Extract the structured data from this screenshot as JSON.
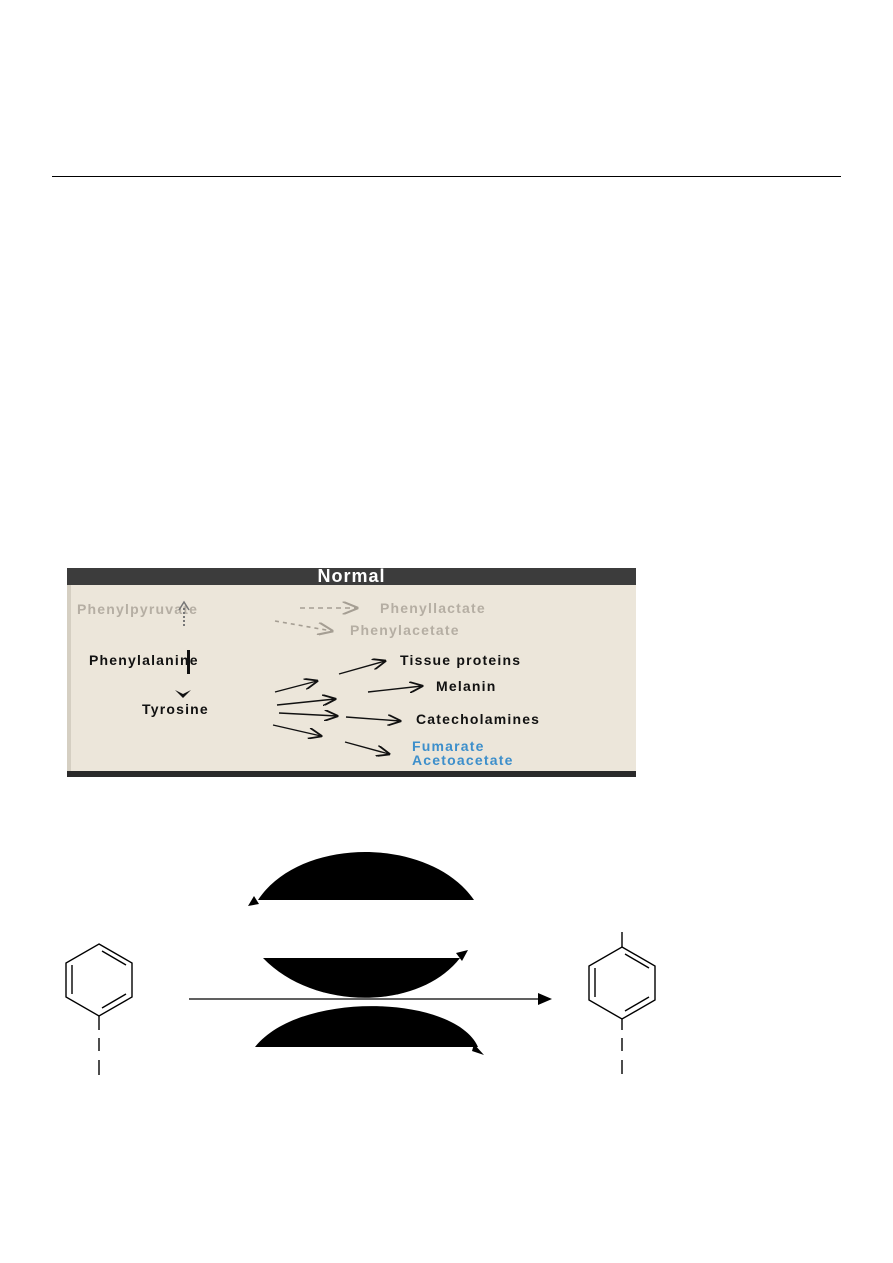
{
  "figure": {
    "title": "Normal",
    "compounds": {
      "phenylpyruvate": "Phenylpyruvate",
      "phenyllactate": "Phenyllactate",
      "phenylacetate": "Phenylacetate",
      "phenylalanine": "Phenylalanine",
      "tyrosine": "Tyrosine",
      "tissue_proteins": "Tissue proteins",
      "melanin": "Melanin",
      "catecholamines": "Catecholamines",
      "fumarate": "Fumarate",
      "acetoacetate": "Acetoacetate"
    },
    "colors": {
      "header": "#3c3c3c",
      "background": "#ece6da",
      "faded_text": "#b5aea3",
      "highlight_text": "#3d8fcb"
    }
  }
}
